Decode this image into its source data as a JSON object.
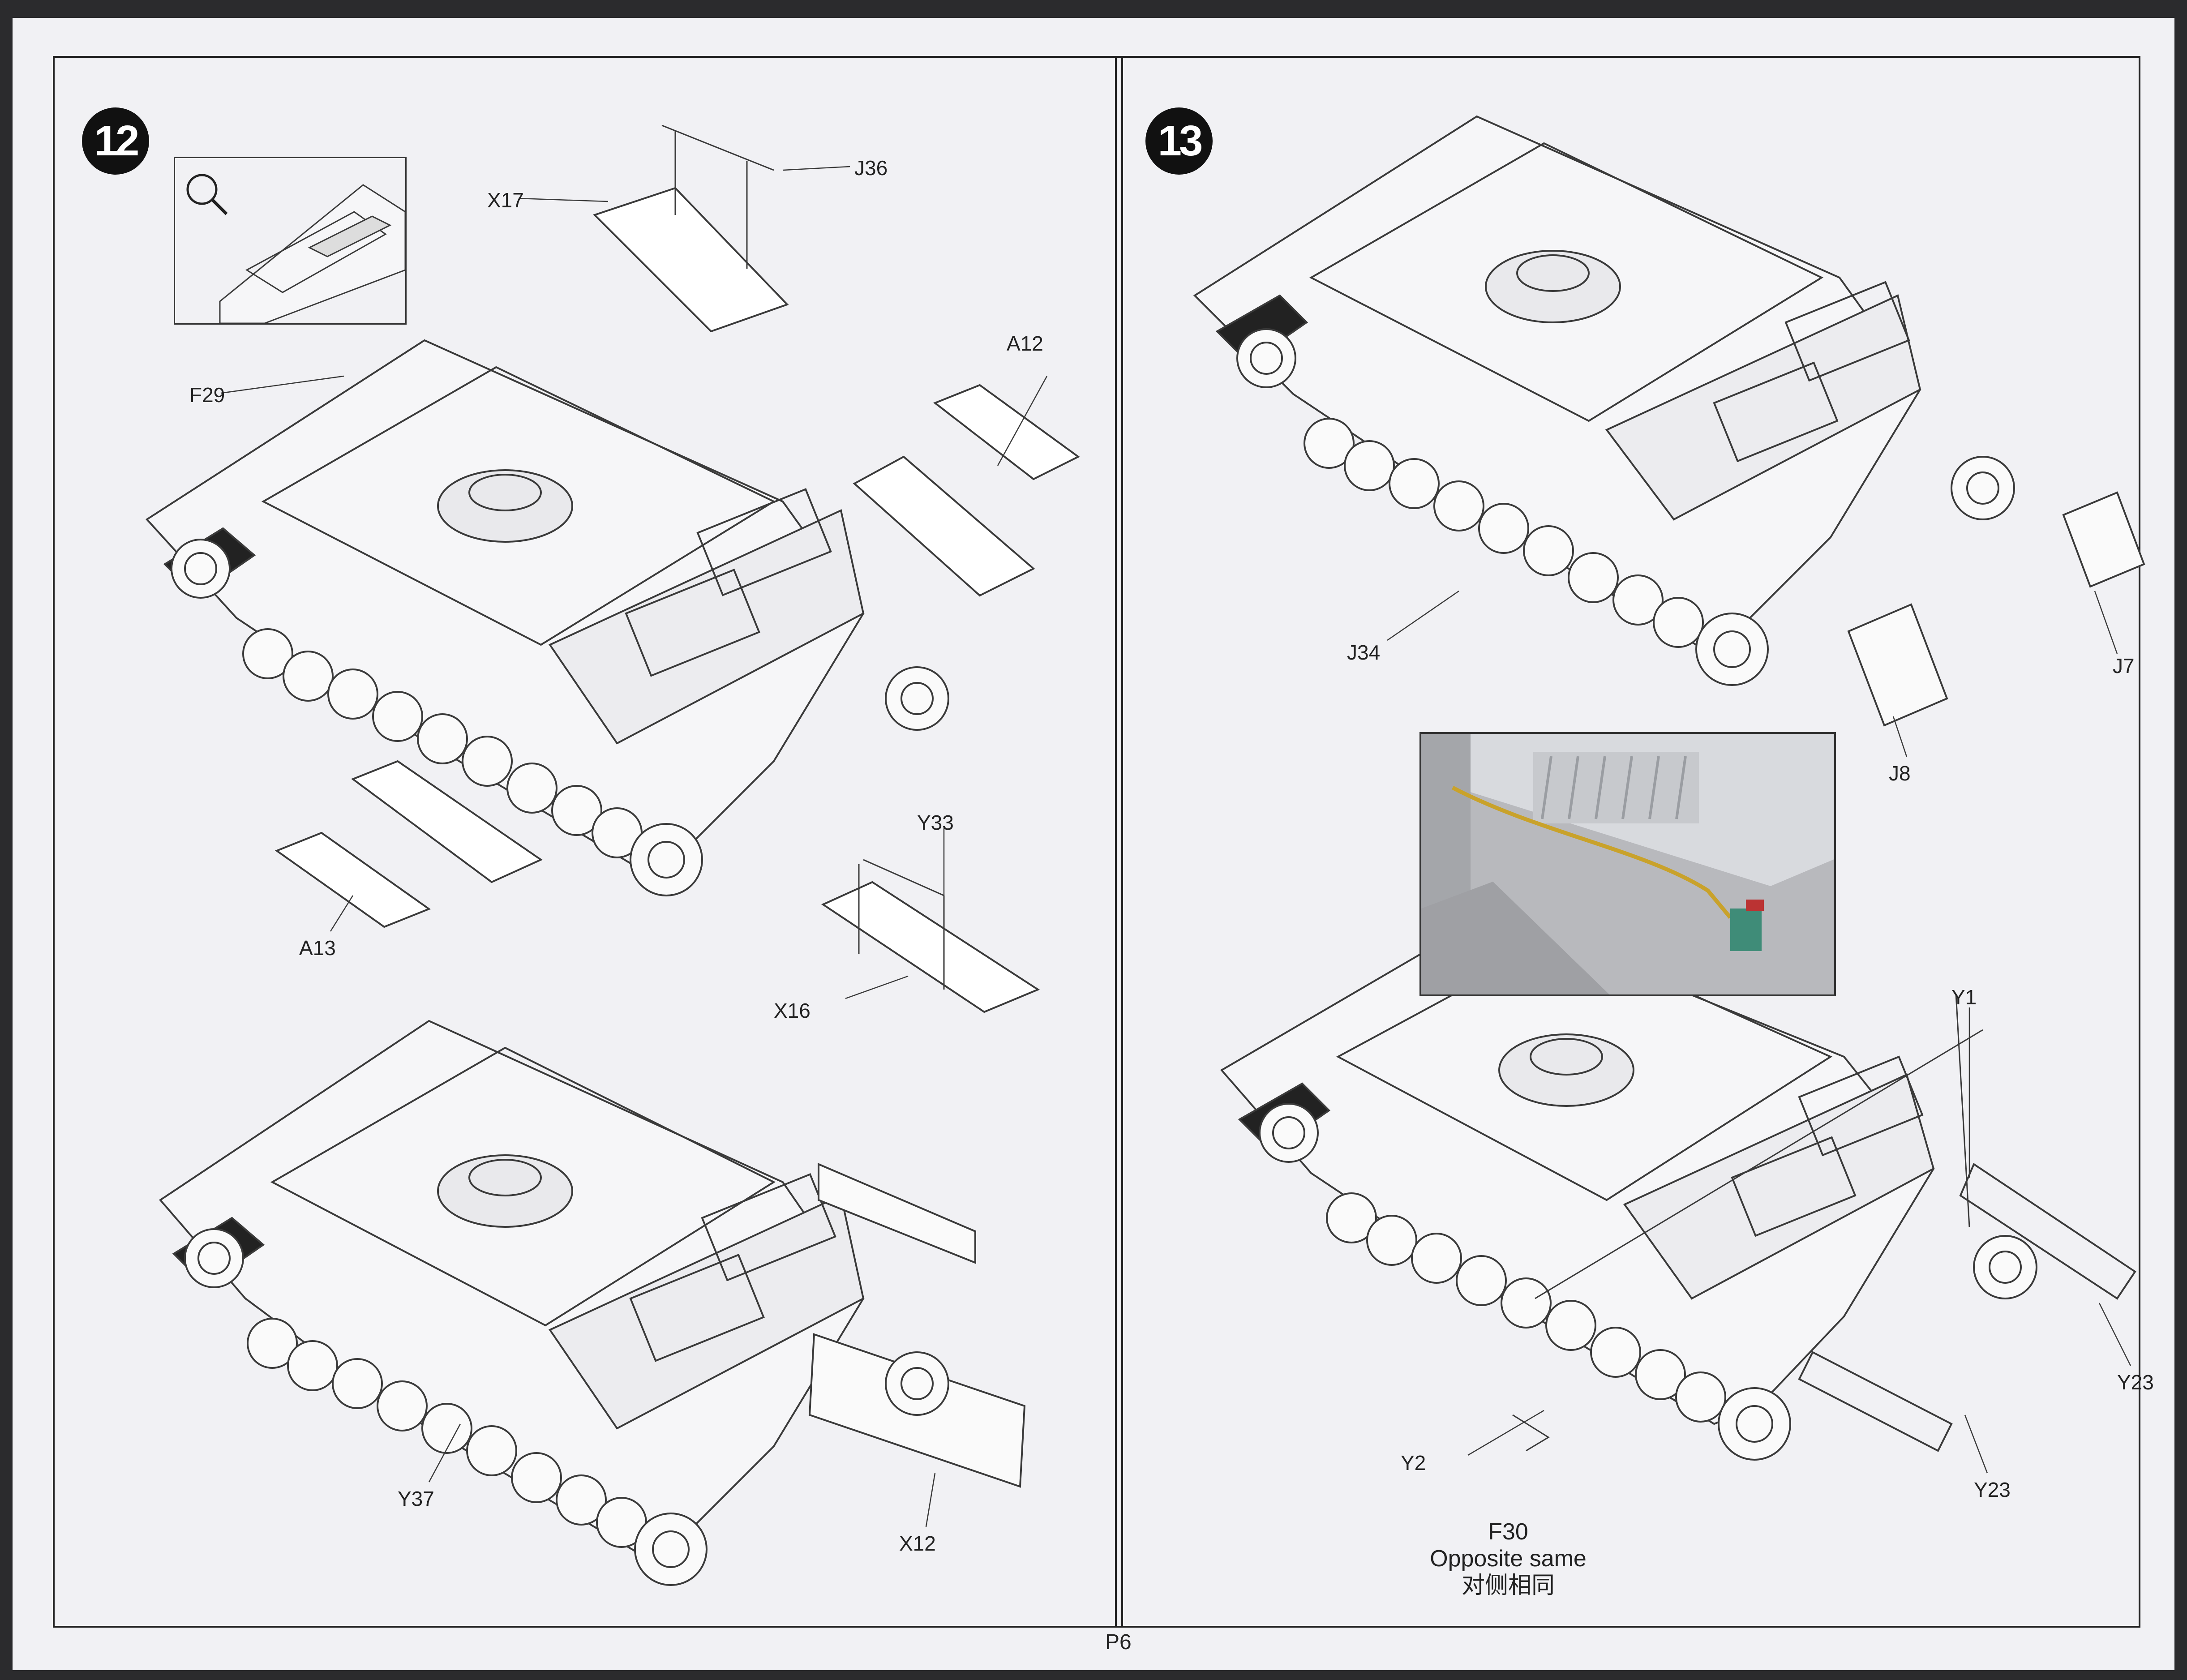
{
  "manual": {
    "page_number": "P6",
    "steps": [
      {
        "number": "12"
      },
      {
        "number": "13"
      }
    ]
  },
  "step12": {
    "labels": {
      "f29": "F29",
      "x17": "X17",
      "j36": "J36",
      "a12": "A12",
      "a13": "A13",
      "y33": "Y33",
      "x16": "X16",
      "y37": "Y37",
      "x12": "X12"
    },
    "inset_icon": "magnifier-icon"
  },
  "step13": {
    "labels": {
      "j34": "J34",
      "j7": "J7",
      "j8": "J8",
      "y1": "Y1",
      "y23_right": "Y23",
      "y23_bottom": "Y23",
      "y2": "Y2",
      "f30": "F30"
    },
    "note_en": "Opposite same",
    "note_zh": "对侧相同"
  },
  "colors": {
    "paper": "#f1f1f4",
    "line": "#3a3a3a",
    "background": "#2b2b2d",
    "badge": "#111111"
  }
}
